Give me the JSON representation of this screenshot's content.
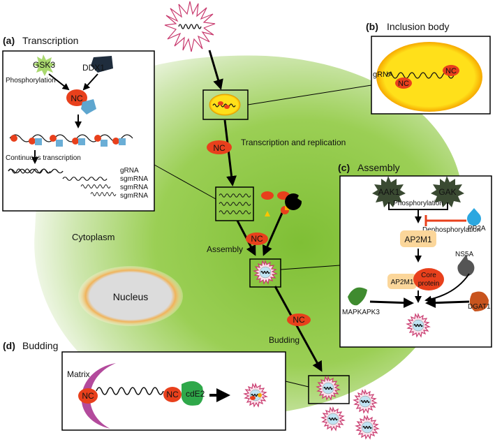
{
  "panels": {
    "a": {
      "letter": "(a)",
      "title": "Transcription"
    },
    "b": {
      "letter": "(b)",
      "title": "Inclusion body"
    },
    "c": {
      "letter": "(c)",
      "title": "Assembly"
    },
    "d": {
      "letter": "(d)",
      "title": "Budding"
    }
  },
  "labels": {
    "gsk3": "GSK3",
    "ddx1": "DDX1",
    "phosphorylation": "Phosphorylation",
    "nc": "NC",
    "continuous_transcription": "Continuous transcription",
    "grna": "gRNA",
    "sgmrna": "sgmRNA",
    "transcription_replication": "Transcription and replication",
    "assembly": "Assembly",
    "budding": "Budding",
    "cytoplasm": "Cytoplasm",
    "nucleus": "Nucleus",
    "aak1": "AAK1",
    "gak": "GAK",
    "pp2a": "PP2A",
    "dephosphorylation": "Dephosphorylation",
    "ap2m1": "AP2M1",
    "core_protein_line1": "Core",
    "core_protein_line2": "protein",
    "ns5a": "NS5A",
    "mapkapk3": "MAPKAPK3",
    "dgat1": "DGAT1",
    "matrix": "Matrix",
    "cde2": "cdE2"
  },
  "colors": {
    "cell_green": "#8cc63f",
    "nc_red": "#e8401c",
    "inclusion_yellow": "#ffe01a",
    "virion_blue": "#bfe3f3",
    "spike_pink": "#c83a6e"
  }
}
